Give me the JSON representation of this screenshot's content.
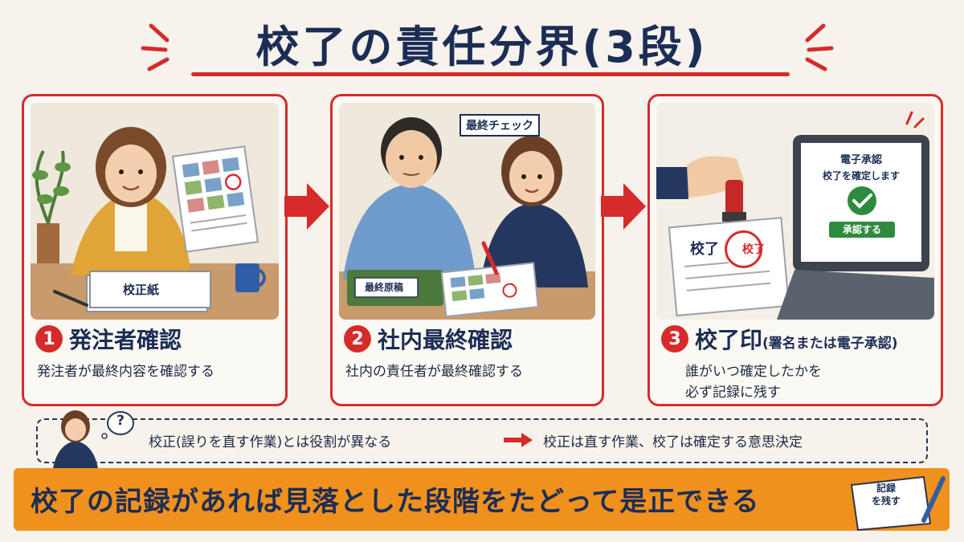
{
  "title": "校了の責任分界(3段)",
  "steps": [
    {
      "number": "1",
      "title": "発注者確認",
      "subtitle": "",
      "description": "発注者が最終内容を確認する",
      "illustration_label": "校正紙"
    },
    {
      "number": "2",
      "title": "社内最終確認",
      "subtitle": "",
      "description": "社内の責任者が最終確認する",
      "tag": "最終チェック",
      "binder_label": "最終原稿"
    },
    {
      "number": "3",
      "title": "校了印",
      "subtitle": "(署名または電子承認)",
      "description_lines": [
        "誰がいつ確定したかを",
        "必ず記録に残す"
      ],
      "doc_label": "校了",
      "stamp_text": "校了",
      "screen_title": "電子承認",
      "screen_subtitle": "校了を確定します",
      "approve_button": "承認する"
    }
  ],
  "note": {
    "left": "校正(誤りを直す作業)とは役割が異なる",
    "right": "校正は直す作業、校了は確定する意思決定",
    "bubble": "?"
  },
  "banner": {
    "text": "校了の記録があれば見落とした段階をたどって是正できる",
    "book_label_line1": "記録",
    "book_label_line2": "を残す"
  },
  "colors": {
    "accent_red": "#d62b2b",
    "navy": "#1c2d55",
    "banner_orange": "#f0911e",
    "background": "#f7f3ec",
    "approve_green": "#2e8b3e"
  }
}
